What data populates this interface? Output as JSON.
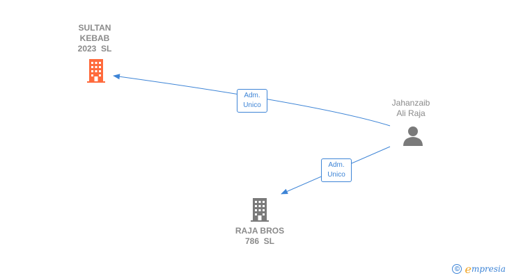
{
  "nodes": {
    "sultan_kebab": {
      "lines": [
        "SULTAN",
        "KEBAB",
        "2023  SL"
      ],
      "color": "#ff6a3c",
      "icon": "building-icon"
    },
    "jahanzaib": {
      "lines": [
        "Jahanzaib",
        "Ali Raja"
      ],
      "color": "#7a7a7a",
      "icon": "person-icon"
    },
    "raja_bros": {
      "lines": [
        "RAJA BROS",
        "786  SL"
      ],
      "color": "#7a7a7a",
      "icon": "building-icon"
    }
  },
  "edges": [
    {
      "from": "jahanzaib",
      "to": "sultan_kebab",
      "label_line1": "Adm.",
      "label_line2": "Unico"
    },
    {
      "from": "jahanzaib",
      "to": "raja_bros",
      "label_line1": "Adm.",
      "label_line2": "Unico"
    }
  ],
  "colors": {
    "edge": "#3d84d6"
  },
  "brand": {
    "copyright_symbol": "©",
    "logo_initial": "e",
    "logo_text": "mpresia"
  }
}
